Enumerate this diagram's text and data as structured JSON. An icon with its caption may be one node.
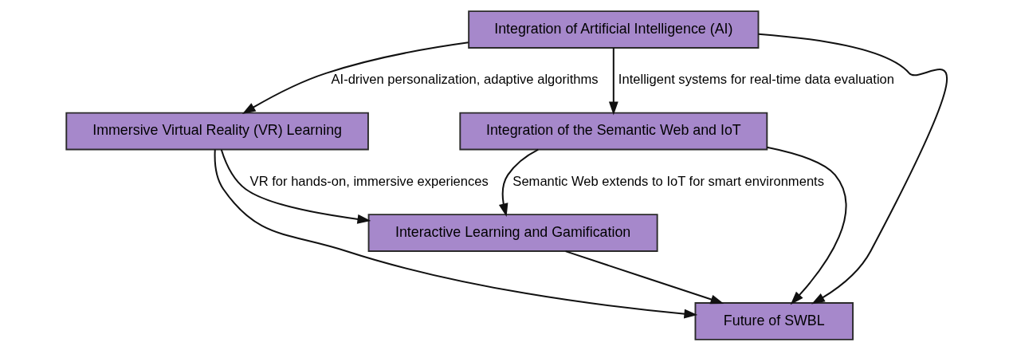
{
  "diagram": {
    "nodes": [
      {
        "text": [
          "Integration of Artificial Intelligence (AI)"
        ]
      },
      {
        "text": [
          "Immersive Virtual Reality (VR) Learning"
        ]
      },
      {
        "text": [
          "Integration of the Semantic Web and IoT"
        ]
      },
      {
        "text": [
          "Interactive Learning and Gamification"
        ]
      },
      {
        "text": [
          "Future of SWBL"
        ]
      }
    ],
    "edges": [
      {
        "from": 0,
        "to": 4,
        "arrow": "to"
      },
      {
        "from": 0,
        "to": 1,
        "arrow": "to",
        "label": "AI-driven personalization, adaptive algorithms"
      },
      {
        "from": 0,
        "to": 2,
        "arrow": "to",
        "label": "Intelligent systems for real-time data evaluation"
      },
      {
        "from": 1,
        "to": 4,
        "arrow": "to"
      },
      {
        "from": 1,
        "to": 3,
        "arrow": "to",
        "label": "VR for hands-on, immersive experiences"
      },
      {
        "from": 2,
        "to": 4,
        "arrow": "to"
      },
      {
        "from": 2,
        "to": 3,
        "arrow": "to",
        "label": "Semantic Web extends to IoT for smart environments"
      },
      {
        "from": 3,
        "to": 4,
        "arrow": "to"
      }
    ]
  }
}
